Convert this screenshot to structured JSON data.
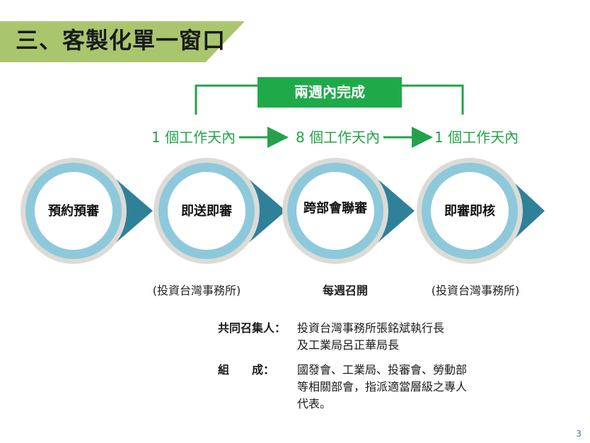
{
  "title": "三、客製化單一窗口",
  "timeline": {
    "banner": "兩週內完成",
    "segments": [
      "1 個工作天內",
      "8 個工作天內",
      "1 個工作天內"
    ]
  },
  "steps": [
    {
      "label": "預約預審",
      "note": ""
    },
    {
      "label": "即送即審",
      "note": "(投資台灣事務所)"
    },
    {
      "label": "跨部會聯審",
      "note": "每週召開"
    },
    {
      "label": "即審即核",
      "note": "(投資台灣事務所)"
    }
  ],
  "info": {
    "convener_label": "共同召集人：",
    "convener_lines": [
      "投資台灣事務所張銘斌執行長",
      "及工業局呂正華局長"
    ],
    "members_label": "組　　成：",
    "members_text": "國發會、工業局、投審會、勞動部等相關部會，指派適當層級之專人代表。"
  },
  "page_number": "3",
  "colors": {
    "green": "#24a24a",
    "title_band": "#a9c66f",
    "ring_blue": "#8dc9db",
    "ring_gray": "#dcdbd6",
    "chevron": "#2f8099"
  }
}
